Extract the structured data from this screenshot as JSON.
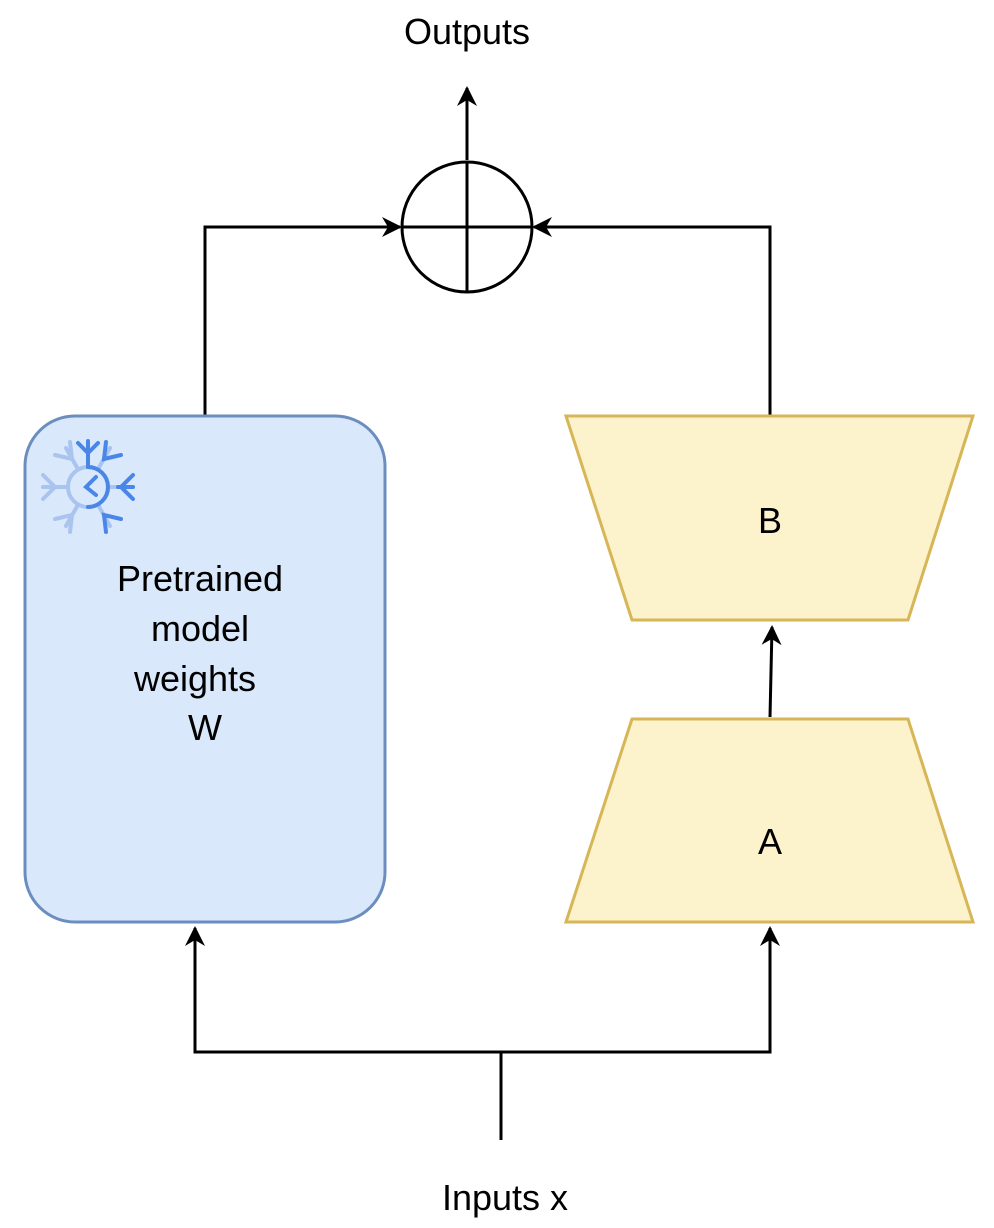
{
  "diagram": {
    "outputs_label": "Outputs",
    "inputs_label": "Inputs x",
    "pretrained_block": {
      "lines": [
        "Pretrained",
        "model",
        "weights",
        "W"
      ],
      "fill": "#dae8fc",
      "stroke": "#6c8ebf",
      "icon": "snowflake-icon"
    },
    "adapter_b": {
      "label": "B",
      "fill": "#fcf2cc",
      "stroke": "#d6b656"
    },
    "adapter_a": {
      "label": "A",
      "fill": "#fcf2cc",
      "stroke": "#d6b656"
    },
    "sum_node": {
      "symbol": "circle-plus"
    }
  }
}
